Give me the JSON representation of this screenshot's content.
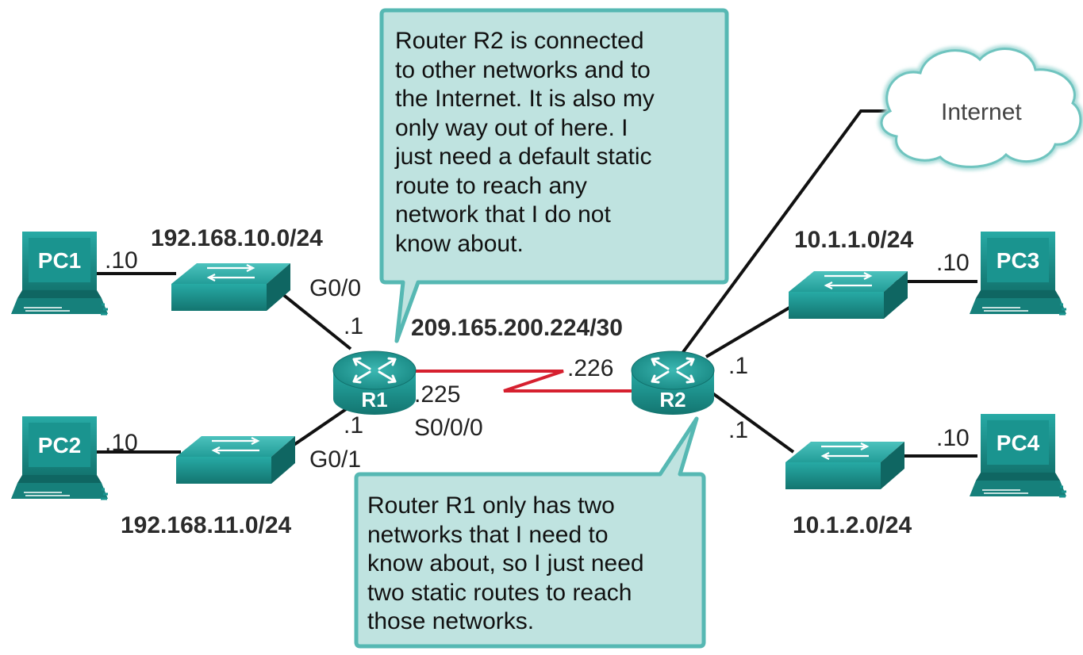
{
  "callouts": {
    "r2": [
      "Router R2 is connected",
      "to other networks and to",
      "the Internet. It is also my",
      "only way out of here. I",
      "just need a default static",
      "route to reach any",
      "network that I do not",
      "know about."
    ],
    "r1": [
      "Router R1 only has two",
      "networks that I need to",
      "know about, so I just need",
      "two static routes to reach",
      "those networks."
    ]
  },
  "cloud": {
    "label": "Internet"
  },
  "routers": {
    "r1": "R1",
    "r2": "R2"
  },
  "pcs": {
    "pc1": "PC1",
    "pc2": "PC2",
    "pc3": "PC3",
    "pc4": "PC4"
  },
  "networks": {
    "lan10": "192.168.10.0/24",
    "lan11": "192.168.11.0/24",
    "wan": "209.165.200.224/30",
    "net1": "10.1.1.0/24",
    "net2": "10.1.2.0/24"
  },
  "interfaces": {
    "r1_g00": "G0/0",
    "r1_g01": "G0/1",
    "r1_s000": "S0/0/0"
  },
  "addresses": {
    "pc1": ".10",
    "pc2": ".10",
    "pc3": ".10",
    "pc4": ".10",
    "r1_g00": ".1",
    "r1_g01": ".1",
    "r1_s000": ".225",
    "r2_s000": ".226",
    "r2_net1": ".1",
    "r2_net2": ".1"
  },
  "colors": {
    "teal": "#1f9c97",
    "teal_dark": "#12716d",
    "callout_fill": "#bfe3e0",
    "callout_border": "#56b8b3",
    "serial_link": "#d6202f",
    "cloud_stroke": "#7fc9c5"
  }
}
